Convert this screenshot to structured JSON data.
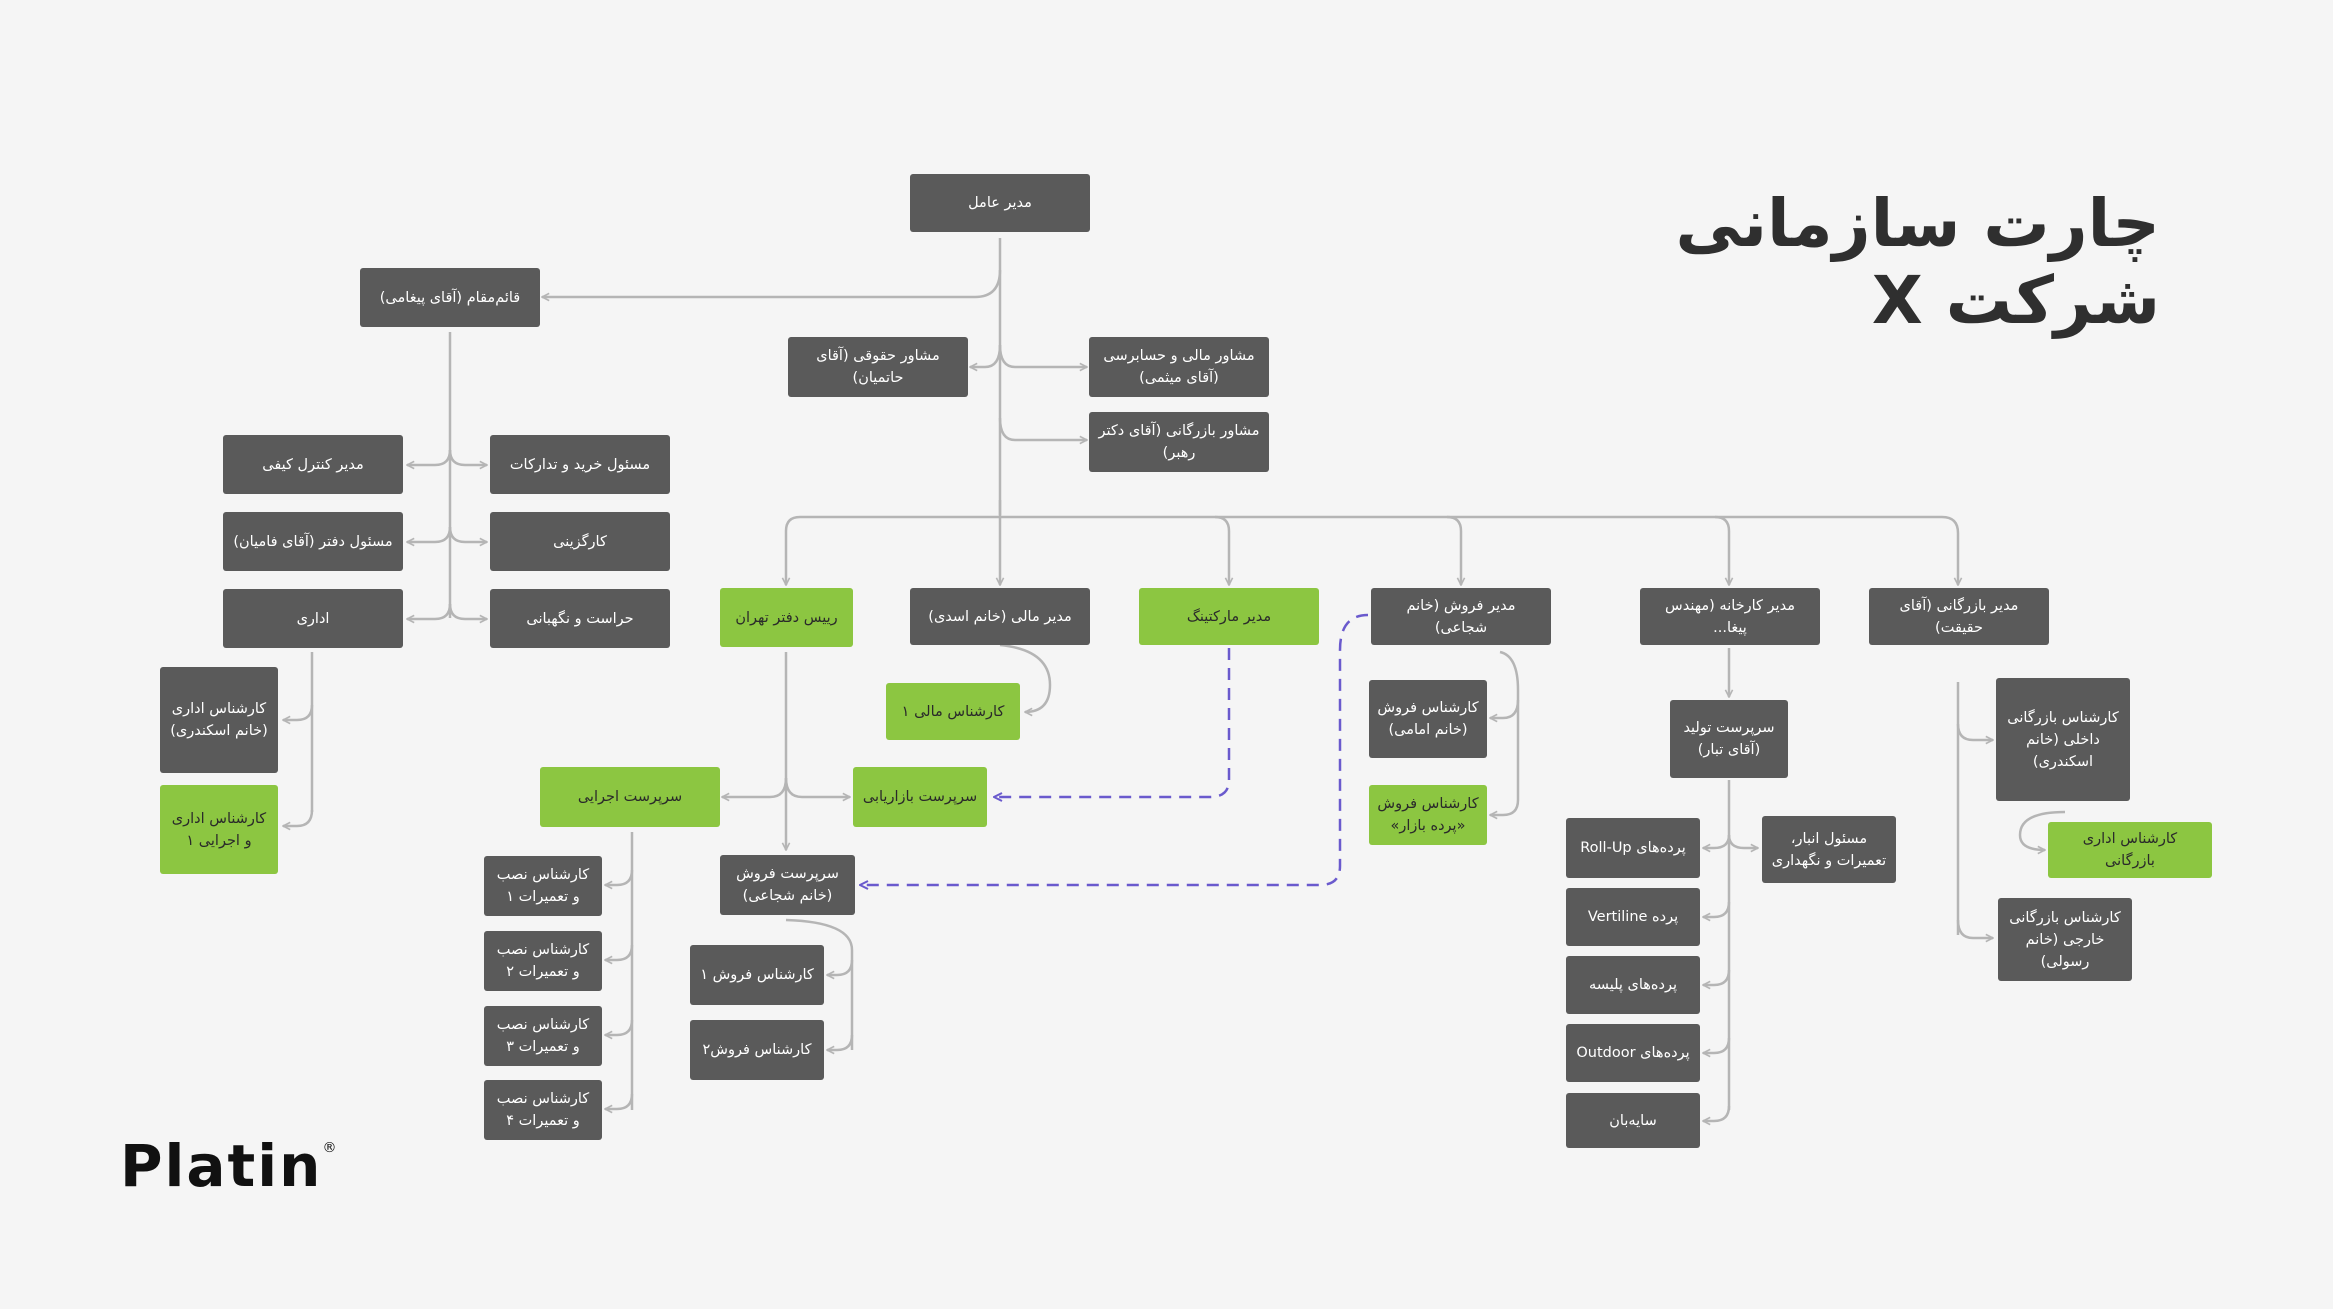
{
  "title": "چارت سازمانی شرکت X",
  "logo": {
    "text": "Platin",
    "mark": "®"
  },
  "colors": {
    "dark_box": "#5a5a5a",
    "green_box": "#8cc641",
    "connector": "#b5b5b5",
    "dashed_link": "#6a5acd",
    "background": "#f5f5f5"
  },
  "nodes": {
    "ceo": "مدیر عامل",
    "deputy": "قائم‌مقام (آقای پیغامی)",
    "legal_advisor": "مشاور حقوقی (آقای حاتمیان)",
    "finance_advisor": "مشاور مالی و حسابرسی (آقای میثمی)",
    "commerce_advisor": "مشاور بازرگانی (آقای دکتر رهبر)",
    "qc_manager": "مدیر کنترل کیفی",
    "purchasing": "مسئول خرید و تدارکات",
    "office_head": "مسئول دفتر (آقای فامیان)",
    "hr": "کارگزینی",
    "admin": "اداری",
    "security": "حراست و نگهبانی",
    "admin_expert_1": "کارشناس اداری (خانم اسکندری)",
    "admin_expert_2": "کارشناس اداری و اجرایی ۱",
    "tehran_office": "رییس دفتر تهران",
    "finance_manager": "مدیر مالی (خانم اسدی)",
    "marketing_manager": "مدیر مارکتینگ",
    "sales_manager": "مدیر  فروش (خانم شجاعی)",
    "factory_manager": "مدیر کارخانه (مهندس پیغا...",
    "commerce_manager": "مدیر بازرگانی (آقای حقیقت)",
    "finance_expert": "کارشناس مالی ۱",
    "exec_supervisor": "سرپرست اجرایی",
    "marketing_supervisor": "سرپرست بازاریابی",
    "sales_supervisor": "سرپرست فروش (خانم شجاعی)",
    "install_1": "کارشناس نصب و تعمیرات ۱",
    "install_2": "کارشناس نصب و تعمیرات ۲",
    "install_3": "کارشناس نصب و تعمیرات ۳",
    "install_4": "کارشناس نصب و تعمیرات ۴",
    "sales_expert_1": "کارشناس فروش ۱",
    "sales_expert_2": "کارشناس فروش۲",
    "sales_expert_imami": "کارشناس فروش (خانم امامی)",
    "sales_expert_bazar": "کارشناس فروش «پرده بازار»",
    "production_supervisor": "سرپرست تولید (آقای تبار)",
    "rollup": "پرده‌های Roll-Up",
    "warehouse": "مسئول انبار، تعمیرات و نگهداری",
    "vertiline": "پرده Vertiline",
    "pleated": "پرده‌های پلیسه",
    "outdoor": "پرده‌های Outdoor",
    "awning": "سایه‌بان",
    "commerce_expert_internal": "کارشناس بازرگانی داخلی (خانم اسکندری)",
    "commerce_admin_expert": "کارشناس اداری بازرگانی",
    "commerce_expert_external": "کارشناس بازرگانی خارجی (خانم رسولی)"
  }
}
